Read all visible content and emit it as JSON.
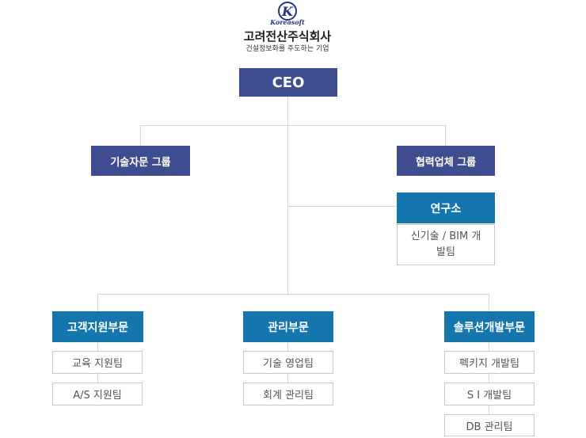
{
  "logo": {
    "brand": "Koreasoft",
    "company": "고려전산주식회사",
    "tagline": "건설정보화를 주도하는 기업",
    "mark": "K"
  },
  "colors": {
    "ceo": "#3f4c8f",
    "group": "#3f4c8f",
    "dept": "#1476ad",
    "line": "#d6d6d6"
  },
  "ceo": "CEO",
  "groups": [
    "기술자문 그룹",
    "협력업체 그룹"
  ],
  "lab": {
    "title": "연구소",
    "team": "신기술 / BIM 개발팀"
  },
  "departments": [
    {
      "name": "고객지원부문",
      "teams": [
        "교육 지원팀",
        "A/S 지원팀"
      ]
    },
    {
      "name": "관리부문",
      "teams": [
        "기술 영업팀",
        "회계 관리팀"
      ]
    },
    {
      "name": "솔루션개발부문",
      "teams": [
        "펙키지 개발팀",
        "S I 개발팀",
        "DB 관리팀"
      ]
    }
  ]
}
